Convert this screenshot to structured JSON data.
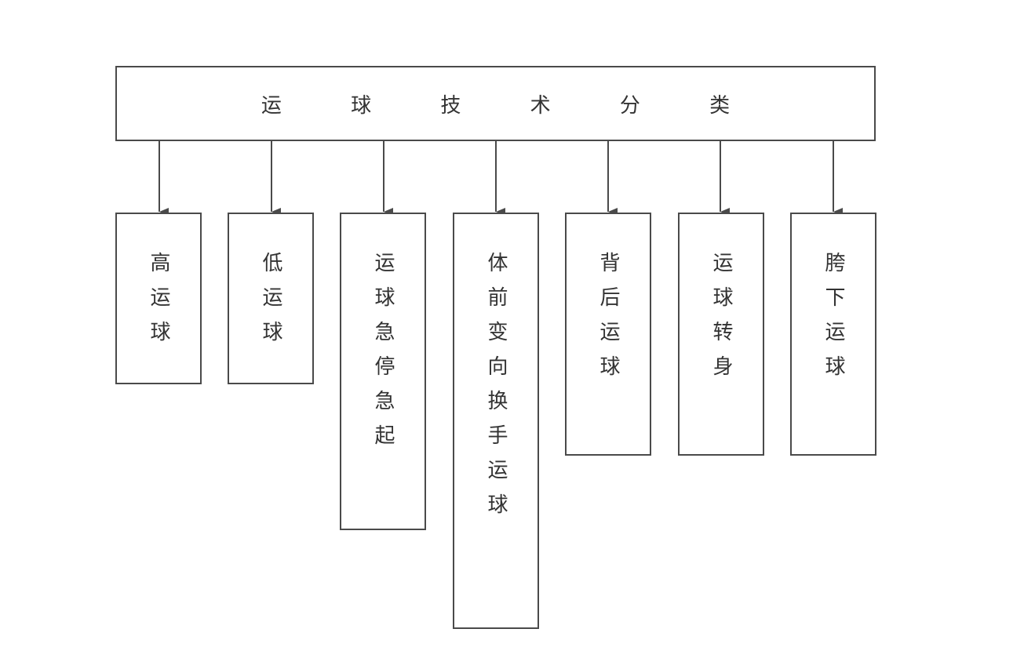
{
  "diagram": {
    "root": {
      "label": "运 球 技 术 分 类"
    },
    "children": [
      {
        "label": "高运球"
      },
      {
        "label": "低运球"
      },
      {
        "label": "运球急停急起"
      },
      {
        "label": "体前变向换手运球"
      },
      {
        "label": "背后运球"
      },
      {
        "label": "运球转身"
      },
      {
        "label": "胯下运球"
      }
    ],
    "colors": {
      "stroke": "#4a4a4a",
      "text": "#333333",
      "background": "#ffffff"
    }
  }
}
